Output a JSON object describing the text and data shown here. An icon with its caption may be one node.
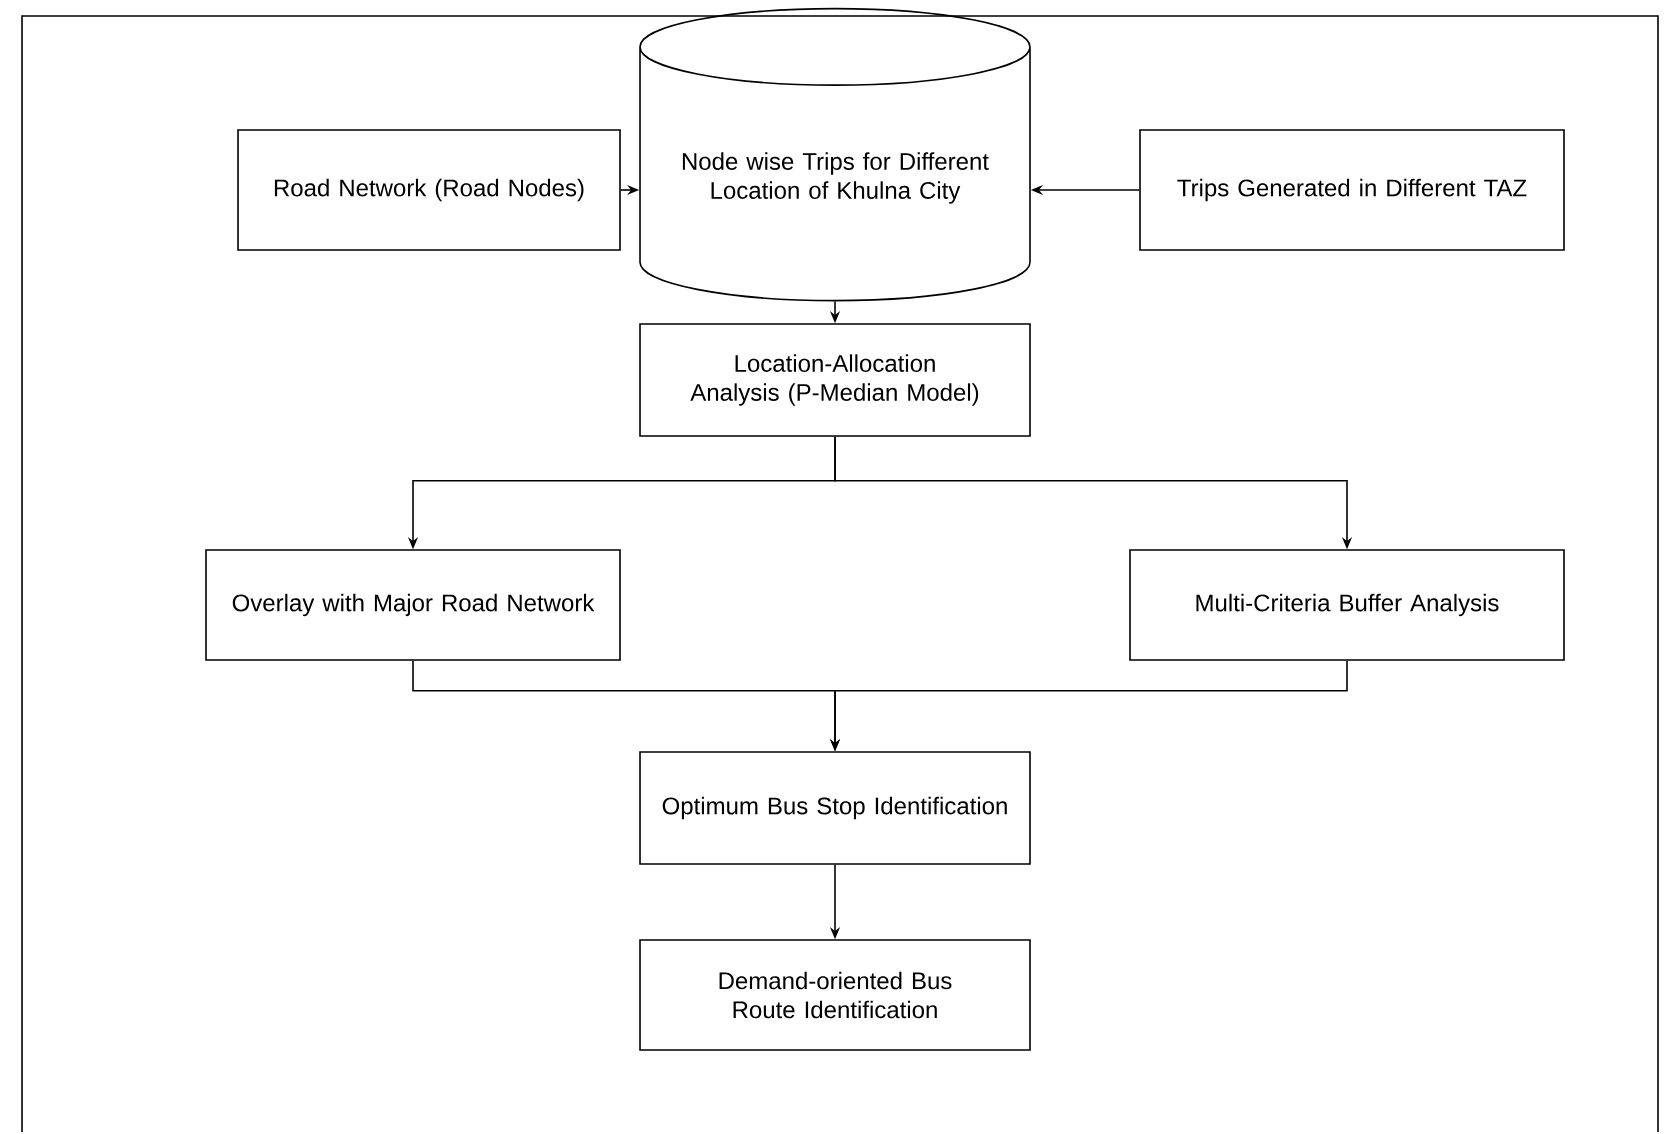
{
  "diagram": {
    "nodes": [
      {
        "text": [
          "Road Network (Road Nodes)"
        ]
      },
      {
        "text": [
          "Node wise Trips for Different Location of Khulna City"
        ]
      },
      {
        "text": [
          "Trips Generated in Different TAZ"
        ]
      },
      {
        "text": [
          "Location-Allocation Analysis (P-Median Model)"
        ]
      },
      {
        "text": [
          "Overlay with Major Road Network"
        ]
      },
      {
        "text": [
          "Multi-Criteria Buffer Analysis"
        ]
      },
      {
        "text": [
          "Optimum Bus Stop Identification"
        ]
      },
      {
        "text": [
          "Demand-oriented Bus Route Identification"
        ]
      }
    ],
    "edges": [
      {
        "from": 0,
        "to": 1,
        "arrow": "to"
      },
      {
        "from": 2,
        "to": 1,
        "arrow": "to"
      },
      {
        "from": 1,
        "to": 3,
        "arrow": "to"
      },
      {
        "from": 3,
        "to": 4,
        "arrow": "to"
      },
      {
        "from": 3,
        "to": 5,
        "arrow": "to"
      },
      {
        "from": 4,
        "to": 6,
        "arrow": "to"
      },
      {
        "from": 5,
        "to": 6,
        "arrow": "to"
      },
      {
        "from": 6,
        "to": 7,
        "arrow": "to"
      }
    ]
  }
}
